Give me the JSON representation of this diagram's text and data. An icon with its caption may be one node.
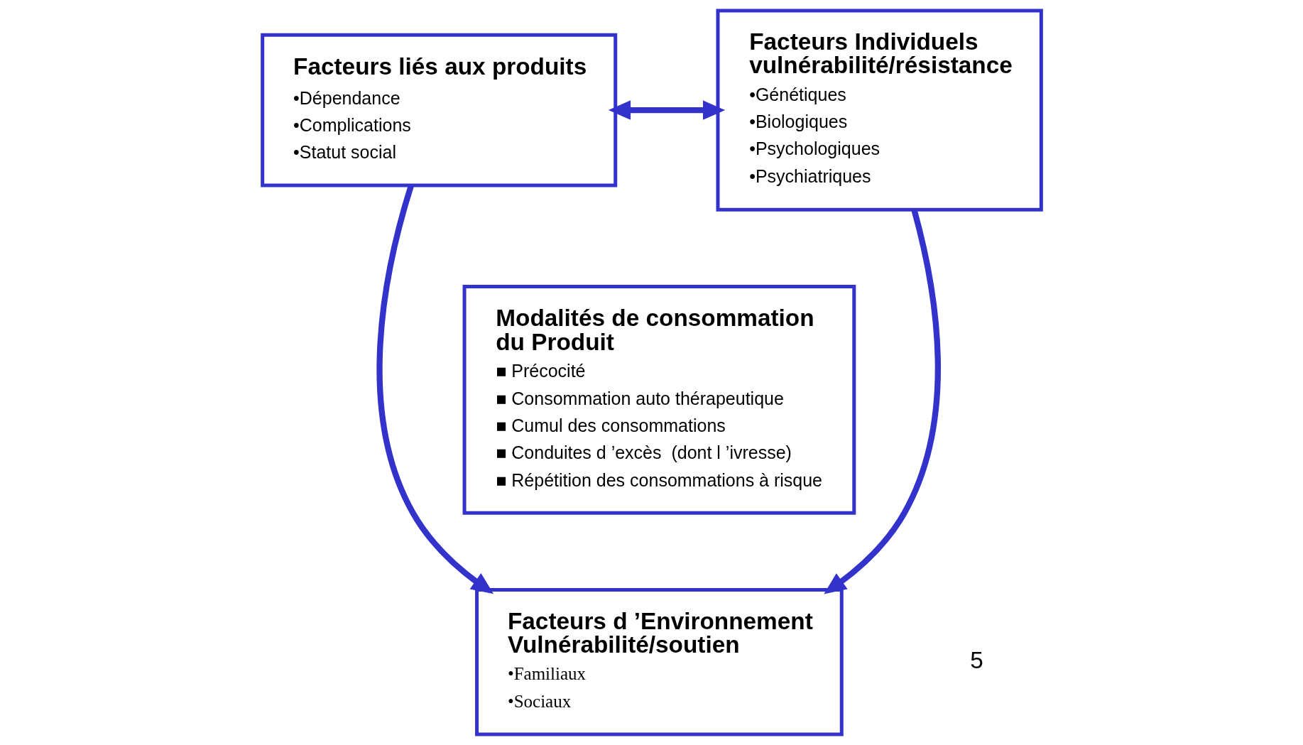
{
  "diagram": {
    "nodes": [
      {
        "text": [
          "Facteurs liés aux produits",
          "•Dépendance",
          "•Complications",
          "•Statut social"
        ]
      },
      {
        "text": [
          "Facteurs Individuels vulnérabilité/résistance",
          "•Génétiques",
          "•Biologiques",
          "•Psychologiques",
          "•Psychiatriques"
        ]
      },
      {
        "text": [
          "Modalités de consommation du Produit",
          "■ Précocité",
          "■ Consommation auto thérapeutique",
          "■ Cumul des consommations",
          "■ Conduites d ’excès  (dont l ’ivresse)",
          "■ Répétition des consommations à risque"
        ]
      },
      {
        "text": [
          "Facteurs d ’Environnement Vulnérabilité/soutien",
          "•Familiaux",
          "•Sociaux"
        ]
      }
    ],
    "edges": [
      {
        "from": 0,
        "to": 1,
        "arrow": "both"
      },
      {
        "from": 0,
        "to": 3,
        "arrow": "to"
      },
      {
        "from": 1,
        "to": 3,
        "arrow": "to"
      }
    ],
    "labels": [
      "5"
    ]
  }
}
